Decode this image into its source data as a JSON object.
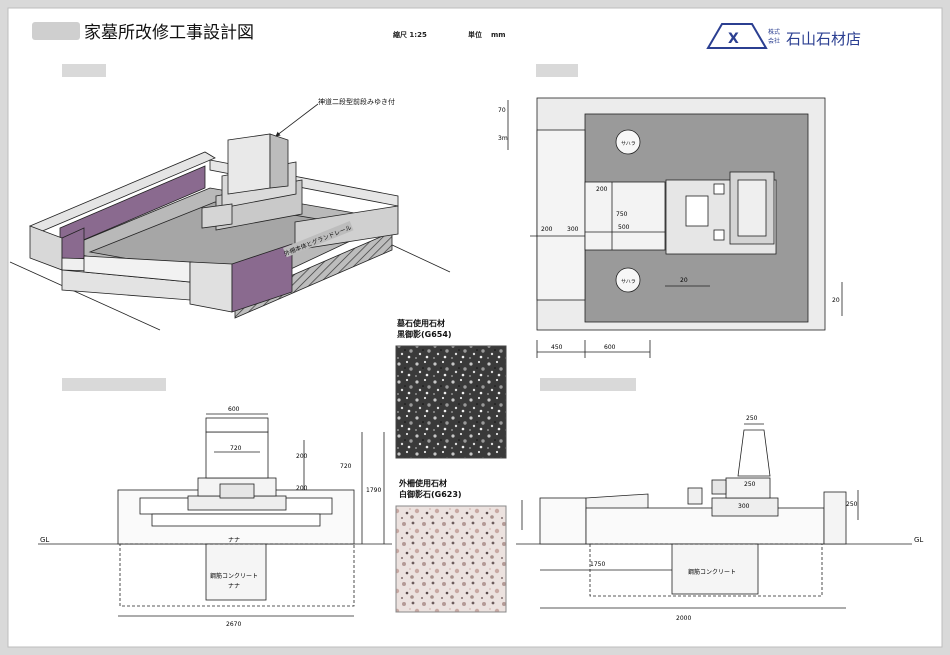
{
  "header": {
    "title": "家墓所改修工事設計図",
    "scale_label": "縮尺 1:25",
    "unit_label": "単位",
    "unit_value": "mm",
    "company_prefix_line1": "株式",
    "company_prefix_line2": "会社",
    "company_name": "石山石材店"
  },
  "annotations": {
    "callout_top": "神道二段型前段みゆき付",
    "callout_side": "外柵本体とグランドレール",
    "drain_left": "サハラ",
    "drain_right": "サハラ",
    "ground_left": "GL",
    "ground_right": "GL",
    "pit_left_1": "ナナ",
    "pit_left_2": "鋼筋コンクリート",
    "pit_left_3": "ナナ",
    "pit_right": "鋼筋コンクリート"
  },
  "swatches": {
    "upper_title_1": "墓石使用石材",
    "upper_title_2": "黒御影(G654)",
    "lower_title_1": "外柵使用石材",
    "lower_title_2": "白御影石(G623)"
  },
  "dims": {
    "plan": [
      "70",
      "3m",
      "200",
      "300",
      "200",
      "750",
      "500",
      "20",
      "450",
      "600"
    ],
    "front": [
      "600",
      "720",
      "1790",
      "720",
      "200",
      "200",
      "2670"
    ],
    "side": [
      "250",
      "250",
      "1750",
      "300",
      "250",
      "2000"
    ]
  },
  "colors": {
    "purple": "#8a6a8f",
    "gray_floor": "#9a9a9a",
    "blue": "#2b3f91",
    "line": "#222222"
  }
}
